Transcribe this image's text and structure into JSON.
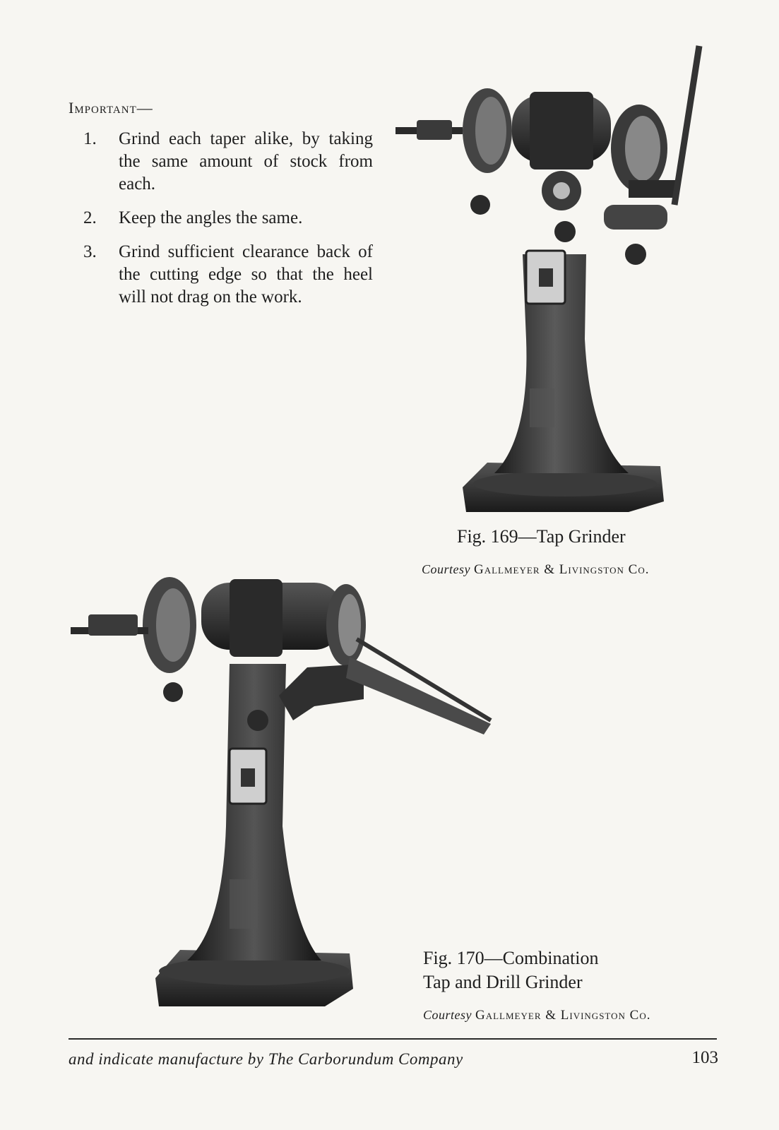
{
  "important_heading": "Important—",
  "steps": [
    {
      "num": "1.",
      "text": "Grind each taper alike, by taking the same amount of stock from each."
    },
    {
      "num": "2.",
      "text": "Keep the angles the same."
    },
    {
      "num": "3.",
      "text": "Grind sufficient clearance back of the cutting edge so that the heel will not drag on the work."
    }
  ],
  "fig169": {
    "caption": "Fig. 169—Tap Grinder",
    "courtesy_lead": "Courtesy",
    "courtesy_company": "Gallmeyer & Livingston Co."
  },
  "fig170": {
    "caption_line1": "Fig. 170—Combination",
    "caption_line2": "Tap and Drill Grinder",
    "courtesy_lead": "Courtesy",
    "courtesy_company": "Gallmeyer & Livingston Co."
  },
  "footer": {
    "note": "and indicate manufacture by The Carborundum Company",
    "page_number": "103"
  }
}
